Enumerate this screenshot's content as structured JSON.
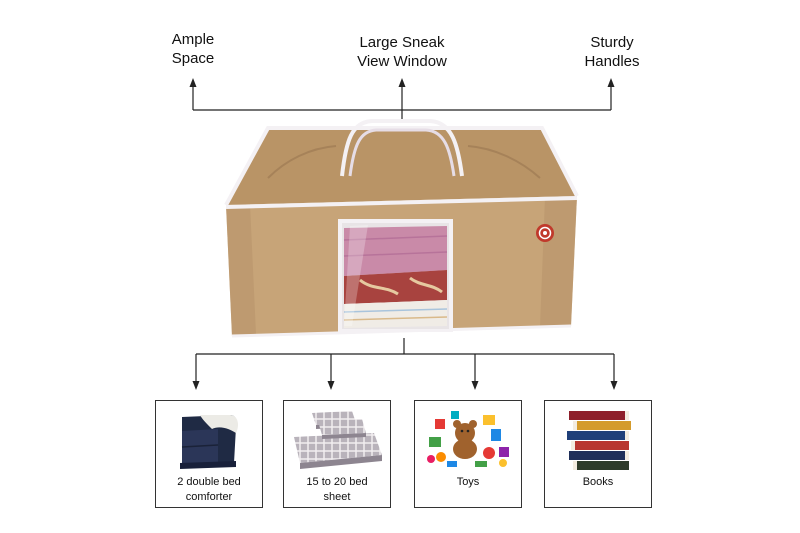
{
  "features": [
    {
      "lines": [
        "Ample",
        "Space"
      ],
      "icon": "arrow-up-icon"
    },
    {
      "lines": [
        "Large Sneak",
        "View Window"
      ],
      "icon": "arrow-up-icon"
    },
    {
      "lines": [
        "Sturdy",
        "Handles"
      ],
      "icon": "arrow-up-icon"
    }
  ],
  "uses": [
    {
      "lines": [
        "2 double bed",
        "comforter"
      ],
      "icon": "comforter-icon"
    },
    {
      "lines": [
        "15 to 20 bed",
        "sheet"
      ],
      "icon": "bed-sheet-icon"
    },
    {
      "lines": [
        "Toys"
      ],
      "icon": "toys-icon"
    },
    {
      "lines": [
        "Books"
      ],
      "icon": "books-icon"
    }
  ],
  "colors": {
    "bag_fabric": "#c7a478",
    "bag_trim": "#f4f1f4",
    "line": "#222222"
  }
}
